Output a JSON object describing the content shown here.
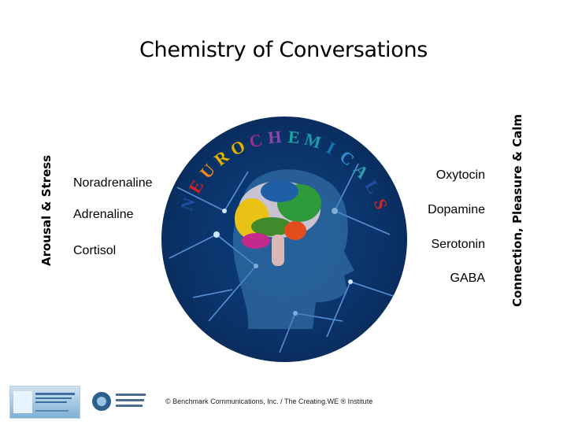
{
  "title": "Chemistry of Conversations",
  "left_side_label": "Arousal & Stress",
  "right_side_label": "Connection, Pleasure & Calm",
  "arc_word": "NEUROCHEMICALS",
  "left_chemicals": [
    "Noradrenaline",
    "Adrenaline",
    "Cortisol"
  ],
  "right_chemicals": [
    "Oxytocin",
    "Dopamine",
    "Serotonin",
    "GABA"
  ],
  "footer": "© Benchmark Communications, Inc.  /  The Creating.WE ® Institute",
  "colors": {
    "circle_bg": "#0b3369",
    "arc_letters": [
      "#1d4fa0",
      "#d22424",
      "#ef8b12",
      "#e6b400",
      "#e6b400",
      "#9c2f8c",
      "#8e44ad",
      "#1aa6a6",
      "#1a9aa8",
      "#1677b3",
      "#2b8fd1",
      "#2aa0b0"
    ]
  }
}
